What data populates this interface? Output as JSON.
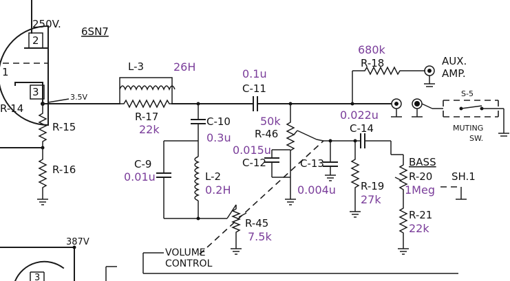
{
  "tube_top": {
    "voltage": "250V.",
    "type": "6SN7",
    "pin_2": "2",
    "pin_1": "1",
    "pin_3": "3",
    "resistor": "R-14"
  },
  "cathode_voltage": "3.5V",
  "tube_bottom": {
    "voltage": "387V",
    "pin_3": "3"
  },
  "r15": {
    "label": "R-15"
  },
  "r16": {
    "label": "R-16"
  },
  "l3": {
    "label": "L-3",
    "value": "26H"
  },
  "r17": {
    "label": "R-17",
    "value": "22k"
  },
  "c10": {
    "label": "C-10",
    "value": "0.3u"
  },
  "c9": {
    "label": "C-9",
    "value": "0.01u"
  },
  "l2": {
    "label": "L-2",
    "value": "0.2H"
  },
  "c11": {
    "label": "C-11",
    "value": "0.1u"
  },
  "r18": {
    "label": "R-18",
    "value": "680k"
  },
  "aux": {
    "line1": "AUX.",
    "line2": "AMP."
  },
  "r46": {
    "label": "R-46",
    "value": "50k"
  },
  "c12": {
    "label": "C-12",
    "value": "0.015u"
  },
  "c13": {
    "label": "C-13",
    "value": "0.004u"
  },
  "c14": {
    "label": "C-14",
    "value": "0.022u"
  },
  "r19": {
    "label": "R-19",
    "value": "27k"
  },
  "r20": {
    "label": "R-20",
    "value": "1Meg",
    "control": "BASS"
  },
  "r21": {
    "label": "R-21",
    "value": "22k"
  },
  "r45": {
    "label": "R-45",
    "value": "7.5k"
  },
  "volume": {
    "line1": "VOLUME",
    "line2": "CONTROL"
  },
  "s5": {
    "label": "S-5",
    "line1": "MUTING",
    "line2": "SW."
  },
  "sheet_ref": "SH.1"
}
